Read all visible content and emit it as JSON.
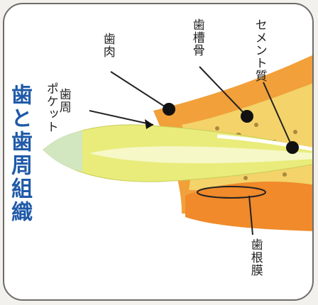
{
  "title": "歯と歯周組織",
  "labels": {
    "pocket_line1": "歯周",
    "pocket_line2": "ポケット",
    "gingiva": "歯肉",
    "alveolar_bone": "歯槽骨",
    "cementum": "セメント質",
    "pdl": "歯根膜"
  },
  "colors": {
    "title": "#1f5aa8",
    "gum_orange": "#f2a03a",
    "bone_yellow": "#f3d36a",
    "tooth_yellow": "#e9ec7a",
    "root_pale": "#f2f4b8",
    "border": "#6f6c68"
  }
}
